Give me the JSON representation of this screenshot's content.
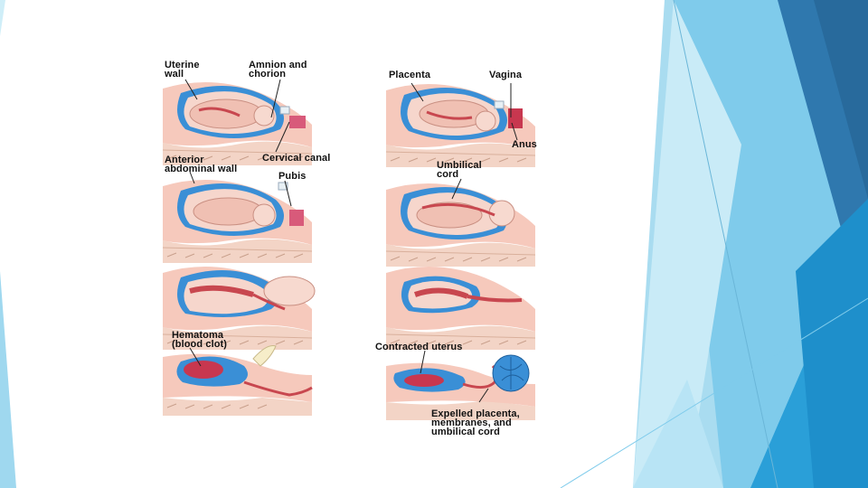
{
  "theme": {
    "accent_light": "#9fd8ef",
    "accent_mid": "#4fb8e4",
    "accent_dark": "#2a6fa6",
    "uterus_blue": "#3a8fd6",
    "tissue_pink": "#f2c4b8",
    "fetus_pink": "#f6d6cc",
    "placenta_red": "#c8474f"
  },
  "labels": {
    "uterine_wall": "Uterine\nwall",
    "amnion_chorion": "Amnion and\nchorion",
    "placenta": "Placenta",
    "vagina": "Vagina",
    "anus": "Anus",
    "cervical_canal": "Cervical canal",
    "anterior_abdominal_wall": "Anterior\nabdominal wall",
    "pubis": "Pubis",
    "umbilical_cord": "Umbilical\ncord",
    "hematoma": "Hematoma\n(blood clot)",
    "contracted_uterus": "Contracted uterus",
    "expelled_placenta": "Expelled placenta,\nmembranes, and\numbilical cord"
  }
}
